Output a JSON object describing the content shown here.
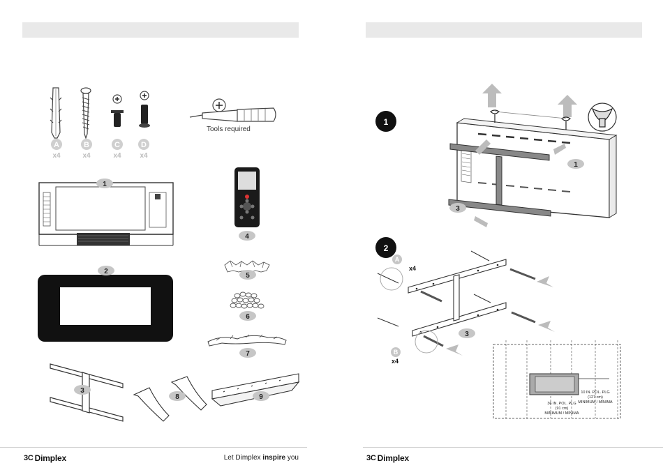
{
  "left_page": {
    "parts": [
      {
        "letter": "A",
        "qty": "x4"
      },
      {
        "letter": "B",
        "qty": "x4"
      },
      {
        "letter": "C",
        "qty": "x4"
      },
      {
        "letter": "D",
        "qty": "x4"
      }
    ],
    "tools_label": "Tools required",
    "components": [
      "1",
      "2",
      "3",
      "4",
      "5",
      "6",
      "7",
      "8",
      "9"
    ],
    "footer": {
      "brand": "Dimplex",
      "tagline_pre": "Let Dimplex ",
      "tagline_bold": "inspire",
      "tagline_post": " you"
    }
  },
  "right_page": {
    "steps": [
      "1",
      "2"
    ],
    "callouts": [
      "1",
      "3",
      "3"
    ],
    "anchor_labels": [
      {
        "letter": "A",
        "qty": "x4"
      },
      {
        "letter": "B",
        "qty": "x4"
      }
    ],
    "dimension_top": "10 IN. POL. PLG",
    "dimension_top_cm": "(127 cm)",
    "dimension_top_min": "MINIMUM / MÍNIMA",
    "dimension_side": "36 IN. POL. PLG",
    "dimension_side_cm": "(91 cm)",
    "dimension_side_min": "MINIMUM / MÍNIMA",
    "footer": {
      "brand": "Dimplex"
    }
  }
}
